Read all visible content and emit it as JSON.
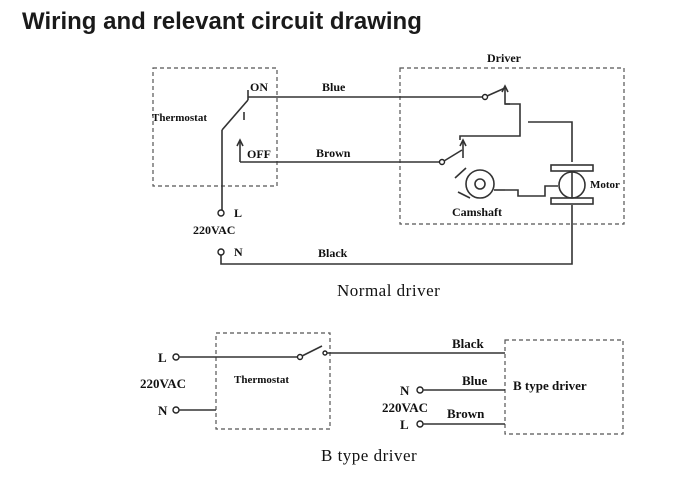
{
  "title": "Wiring and relevant circuit drawing",
  "normal": {
    "driver_label": "Driver",
    "on_label": "ON",
    "off_label": "OFF",
    "thermostat_label": "Thermostat",
    "blue_label": "Blue",
    "brown_label": "Brown",
    "black_label": "Black",
    "camshaft_label": "Camshaft",
    "motor_label": "Motor",
    "l_label": "L",
    "n_label": "N",
    "voltage_label": "220VAC",
    "caption": "Normal driver"
  },
  "btype": {
    "l_label": "L",
    "n_label": "N",
    "voltage_label": "220VAC",
    "thermostat_label": "Thermostat",
    "black_label": "Black",
    "blue_label": "Blue",
    "brown_label": "Brown",
    "right_n_label": "N",
    "right_l_label": "L",
    "right_voltage_label": "220VAC",
    "driver_label": "B type driver",
    "caption": "B type driver"
  }
}
